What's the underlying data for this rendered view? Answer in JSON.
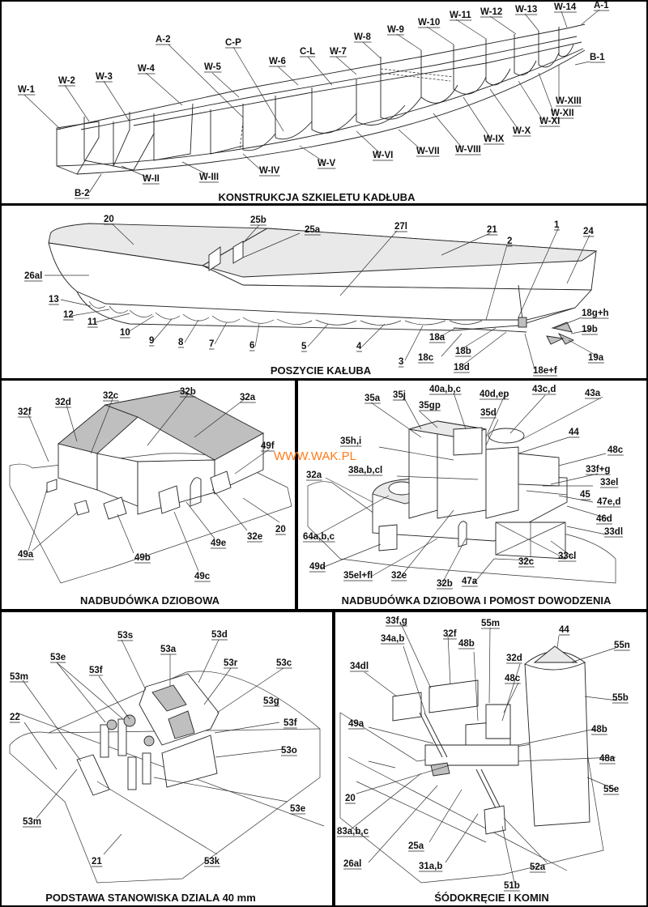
{
  "watermark": "WWW.WAK.PL",
  "panels": {
    "skeleton": {
      "caption": "KONSTRUKCJA SZKIELETU KADŁUBA",
      "labels": [
        "W-1",
        "W-2",
        "W-3",
        "W-4",
        "A-2",
        "W-5",
        "C-P",
        "W-6",
        "C-L",
        "W-7",
        "W-8",
        "W-9",
        "W-10",
        "W-11",
        "W-12",
        "W-13",
        "W-14",
        "A-1",
        "B-1",
        "W-XIII",
        "W-XII",
        "W-XI",
        "W-X",
        "W-IX",
        "W-VIII",
        "W-VII",
        "W-VI",
        "W-V",
        "W-IV",
        "W-III",
        "W-II",
        "B-2"
      ]
    },
    "plating": {
      "caption": "POSZYCIE KAŁUBA",
      "labels": [
        "20",
        "25b",
        "25a",
        "27l",
        "21",
        "1",
        "24",
        "26al",
        "2",
        "13",
        "12",
        "11",
        "10",
        "9",
        "8",
        "7",
        "6",
        "5",
        "4",
        "18g+h",
        "19b",
        "18a",
        "18c",
        "18b",
        "3",
        "18d",
        "18e+f",
        "19a"
      ]
    },
    "bow_superstructure": {
      "caption": "NADBUDÓWKA DZIOBOWA",
      "labels": [
        "32f",
        "32d",
        "32c",
        "32b",
        "32a",
        "49f",
        "20",
        "32e",
        "49e",
        "49a",
        "49b",
        "49c"
      ]
    },
    "bridge": {
      "caption": "NADBUDÓWKA DZIOBOWA I POMOST DOWODZENIA",
      "labels": [
        "35a",
        "35j",
        "40a,b,c",
        "40d,ep",
        "43c,d",
        "43a",
        "35gp",
        "35d",
        "44",
        "35h,i",
        "48c",
        "38a,b,cl",
        "33f+g",
        "32a",
        "33el",
        "45",
        "47e,d",
        "46d",
        "64a,b,c",
        "33dl",
        "49d",
        "33cl",
        "35el+fl",
        "32e",
        "32c",
        "32b",
        "47a"
      ]
    },
    "gun_base": {
      "caption": "PODSTAWA STANOWISKA DZIALA 40 mm",
      "labels": [
        "53s",
        "53a",
        "53d",
        "53e",
        "53r",
        "53c",
        "53f",
        "53m",
        "53g",
        "22",
        "53f",
        "53o",
        "53e",
        "53m",
        "53k",
        "21"
      ]
    },
    "midship": {
      "caption": "ŚÓDOKRĘCIE I KOMIN",
      "labels": [
        "33f,g",
        "32f",
        "55m",
        "44",
        "34a,b",
        "48b",
        "55n",
        "32d",
        "34dl",
        "48c",
        "55b",
        "49a",
        "48b",
        "48a",
        "20",
        "55e",
        "83a,b,c",
        "25a",
        "26al",
        "52a",
        "31a,b",
        "51b"
      ]
    }
  }
}
